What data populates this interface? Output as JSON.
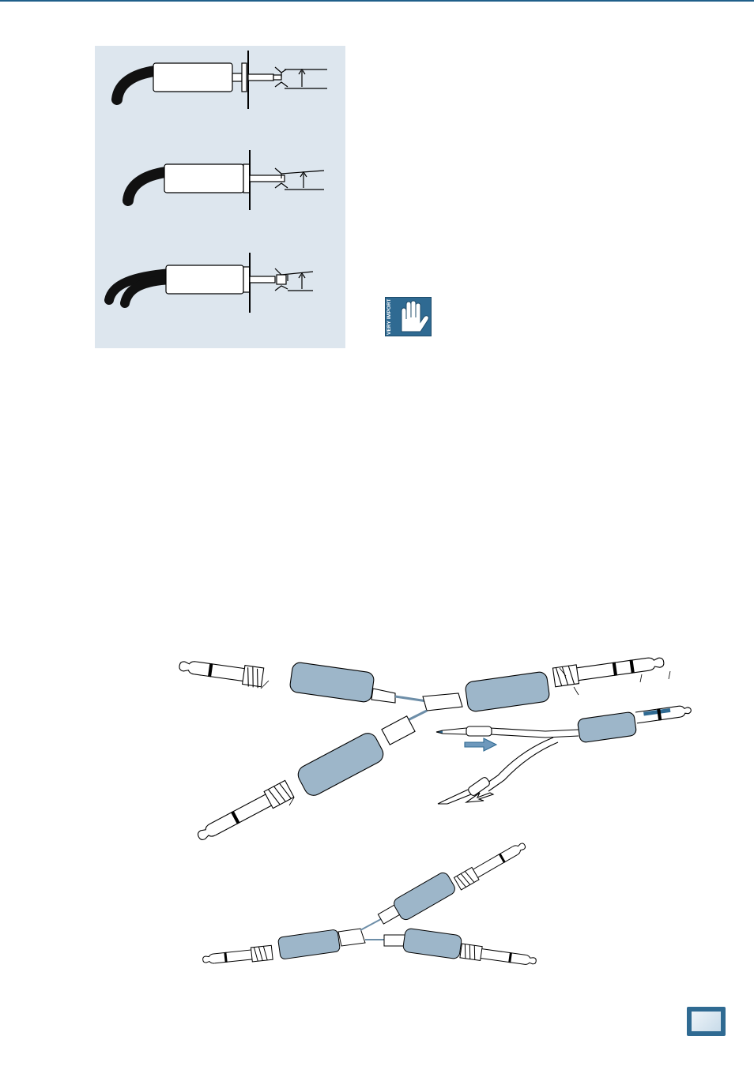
{
  "page": {
    "badge": {
      "label": "VERY IMPORTANT",
      "icon": "raised-hand-icon"
    },
    "colors": {
      "panel_background": "#dde6ee",
      "plug_sleeve": "#9db6c9",
      "badge_background": "#2f6a92",
      "top_rule": "#1f5f8a"
    },
    "figures": [
      {
        "id": "insert-jack-plugs",
        "icons": [
          "trs-plug-icon",
          "insert-jack-icon"
        ]
      },
      {
        "id": "y-cable-assembly",
        "icons": [
          "trs-plug-icon",
          "ts-plug-icon",
          "arrow-right-icon",
          "arrow-down-left-icon"
        ]
      },
      {
        "id": "y-split-cable",
        "icons": [
          "ts-plug-icon"
        ]
      }
    ]
  }
}
